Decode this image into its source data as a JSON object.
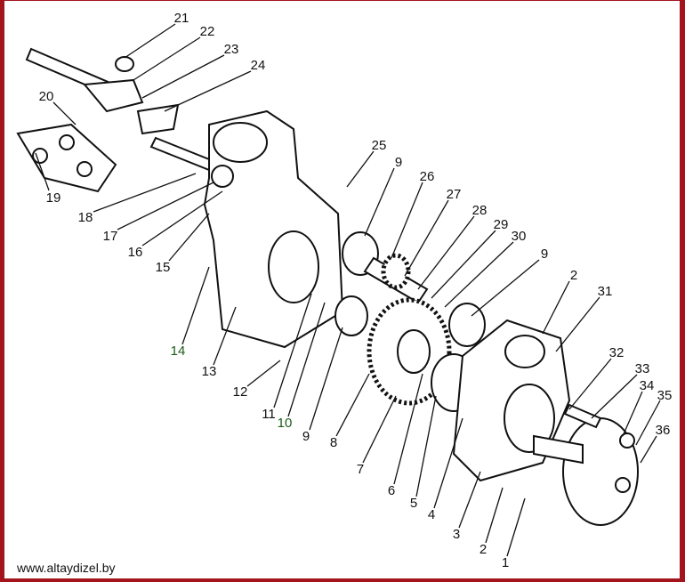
{
  "callouts": [
    "21",
    "22",
    "23",
    "24",
    "20",
    "19",
    "18",
    "17",
    "16",
    "15",
    "14",
    "13",
    "12",
    "11",
    "10",
    "9",
    "8",
    "7",
    "6",
    "5",
    "4",
    "3",
    "2",
    "1",
    "25",
    "9",
    "26",
    "27",
    "28",
    "29",
    "30",
    "9",
    "2",
    "31",
    "32",
    "33",
    "34",
    "35",
    "36"
  ],
  "footer": {
    "website": "www.altaydizel.by"
  },
  "colors": {
    "frame": "#a3141c",
    "line": "#111111"
  }
}
